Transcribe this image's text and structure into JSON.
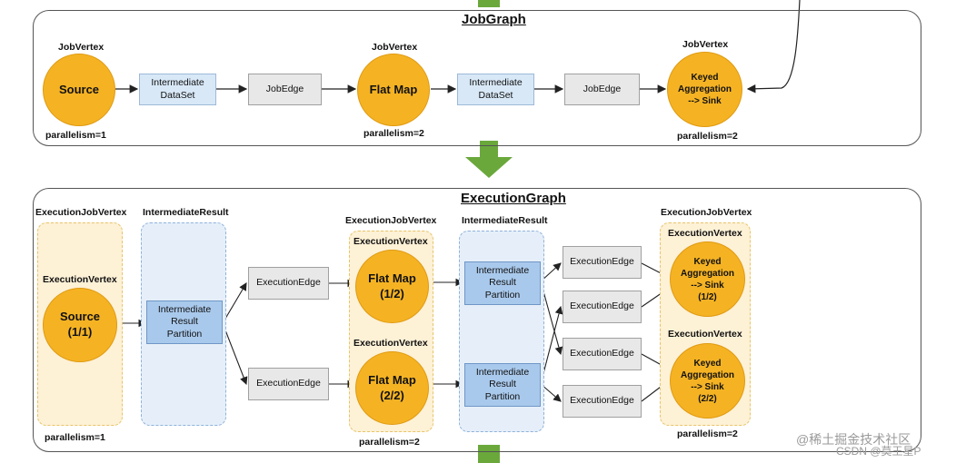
{
  "job_graph": {
    "title": "JobGraph",
    "vertex_label": "JobVertex",
    "source": "Source",
    "flat_map": "Flat Map",
    "keyed_line1": "Keyed",
    "keyed_line2": "Aggregation",
    "keyed_line3": "--> Sink",
    "dataset_line1": "Intermediate",
    "dataset_line2": "DataSet",
    "job_edge": "JobEdge",
    "parallelism_1": "parallelism=1",
    "parallelism_2": "parallelism=2"
  },
  "execution_graph": {
    "title": "ExecutionGraph",
    "job_vertex_label": "ExecutionJobVertex",
    "vertex_label": "ExecutionVertex",
    "result_label": "IntermediateResult",
    "source": "Source",
    "source_idx": "(1/1)",
    "flat_map": "Flat Map",
    "flat_map_idx1": "(1/2)",
    "flat_map_idx2": "(2/2)",
    "keyed_line1": "Keyed",
    "keyed_line2": "Aggregation",
    "keyed_line3": "--> Sink",
    "keyed_idx1": "(1/2)",
    "keyed_idx2": "(2/2)",
    "partition_line1": "Intermediate",
    "partition_line2": "Result",
    "partition_line3": "Partition",
    "execution_edge": "ExecutionEdge",
    "parallelism_1": "parallelism=1",
    "parallelism_2": "parallelism=2"
  },
  "watermark": {
    "line1": "@稀土掘金技术社区",
    "line2": "CSDN @莫王星P"
  },
  "colors": {
    "operator": "#f5b324",
    "dataset": "#d8e8f7",
    "edge_box": "#e8e8e8",
    "partition": "#a9c9ec",
    "green_arrow": "#6aa83b"
  }
}
